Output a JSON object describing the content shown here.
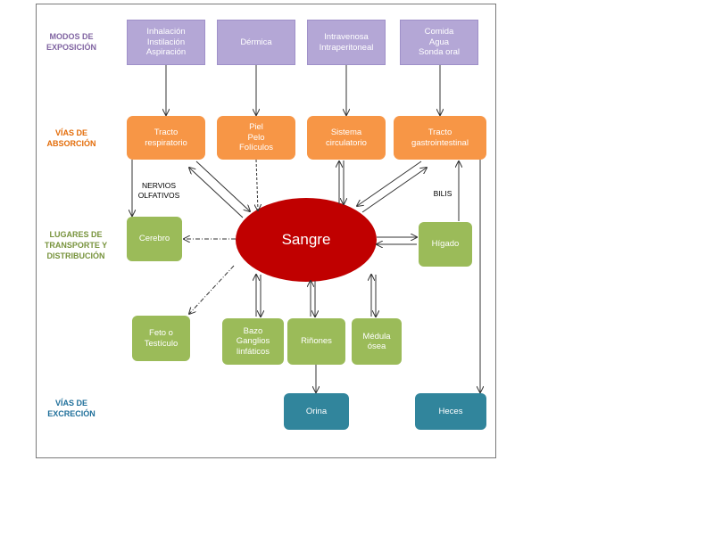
{
  "rows": {
    "exposure": "MODOS DE\nEXPOSICIÓN",
    "absorption": "VÍAS DE\nABSORCIÓN",
    "distribution": "LUGARES DE\nTRANSPORTE Y\nDISTRIBUCIÓN",
    "excretion": "VÍAS DE\nEXCRECIÓN"
  },
  "colors": {
    "exposure_label": "#8064a2",
    "absorption_label": "#e36c09",
    "distribution_label": "#77933c",
    "excretion_label": "#1f6f9a"
  },
  "exposure": {
    "inhalation": "Inhalación\nInstilación\nAspiración",
    "dermal": "Dérmica",
    "intravenous": "Intravenosa\nIntraperitoneal",
    "oral": "Comida\nAgua\nSonda oral"
  },
  "absorption": {
    "respiratory": "Tracto\nrespiratorio",
    "skin": "Piel\nPelo\nFolículos",
    "circulatory": "Sistema\ncirculatorio",
    "gastrointestinal": "Tracto\ngastrointestinal"
  },
  "distribution": {
    "brain": "Cerebro",
    "blood": "Sangre",
    "liver": "Hígado",
    "fetus": "Feto o\nTestículo",
    "spleen": "Bazo\nGanglios\nlinfáticos",
    "kidneys": "Riñones",
    "marrow": "Médula\nósea"
  },
  "excretion": {
    "urine": "Orina",
    "feces": "Heces"
  },
  "notes": {
    "olfactory": "NERVIOS\nOLFATIVOS",
    "bile": "BILIS"
  }
}
